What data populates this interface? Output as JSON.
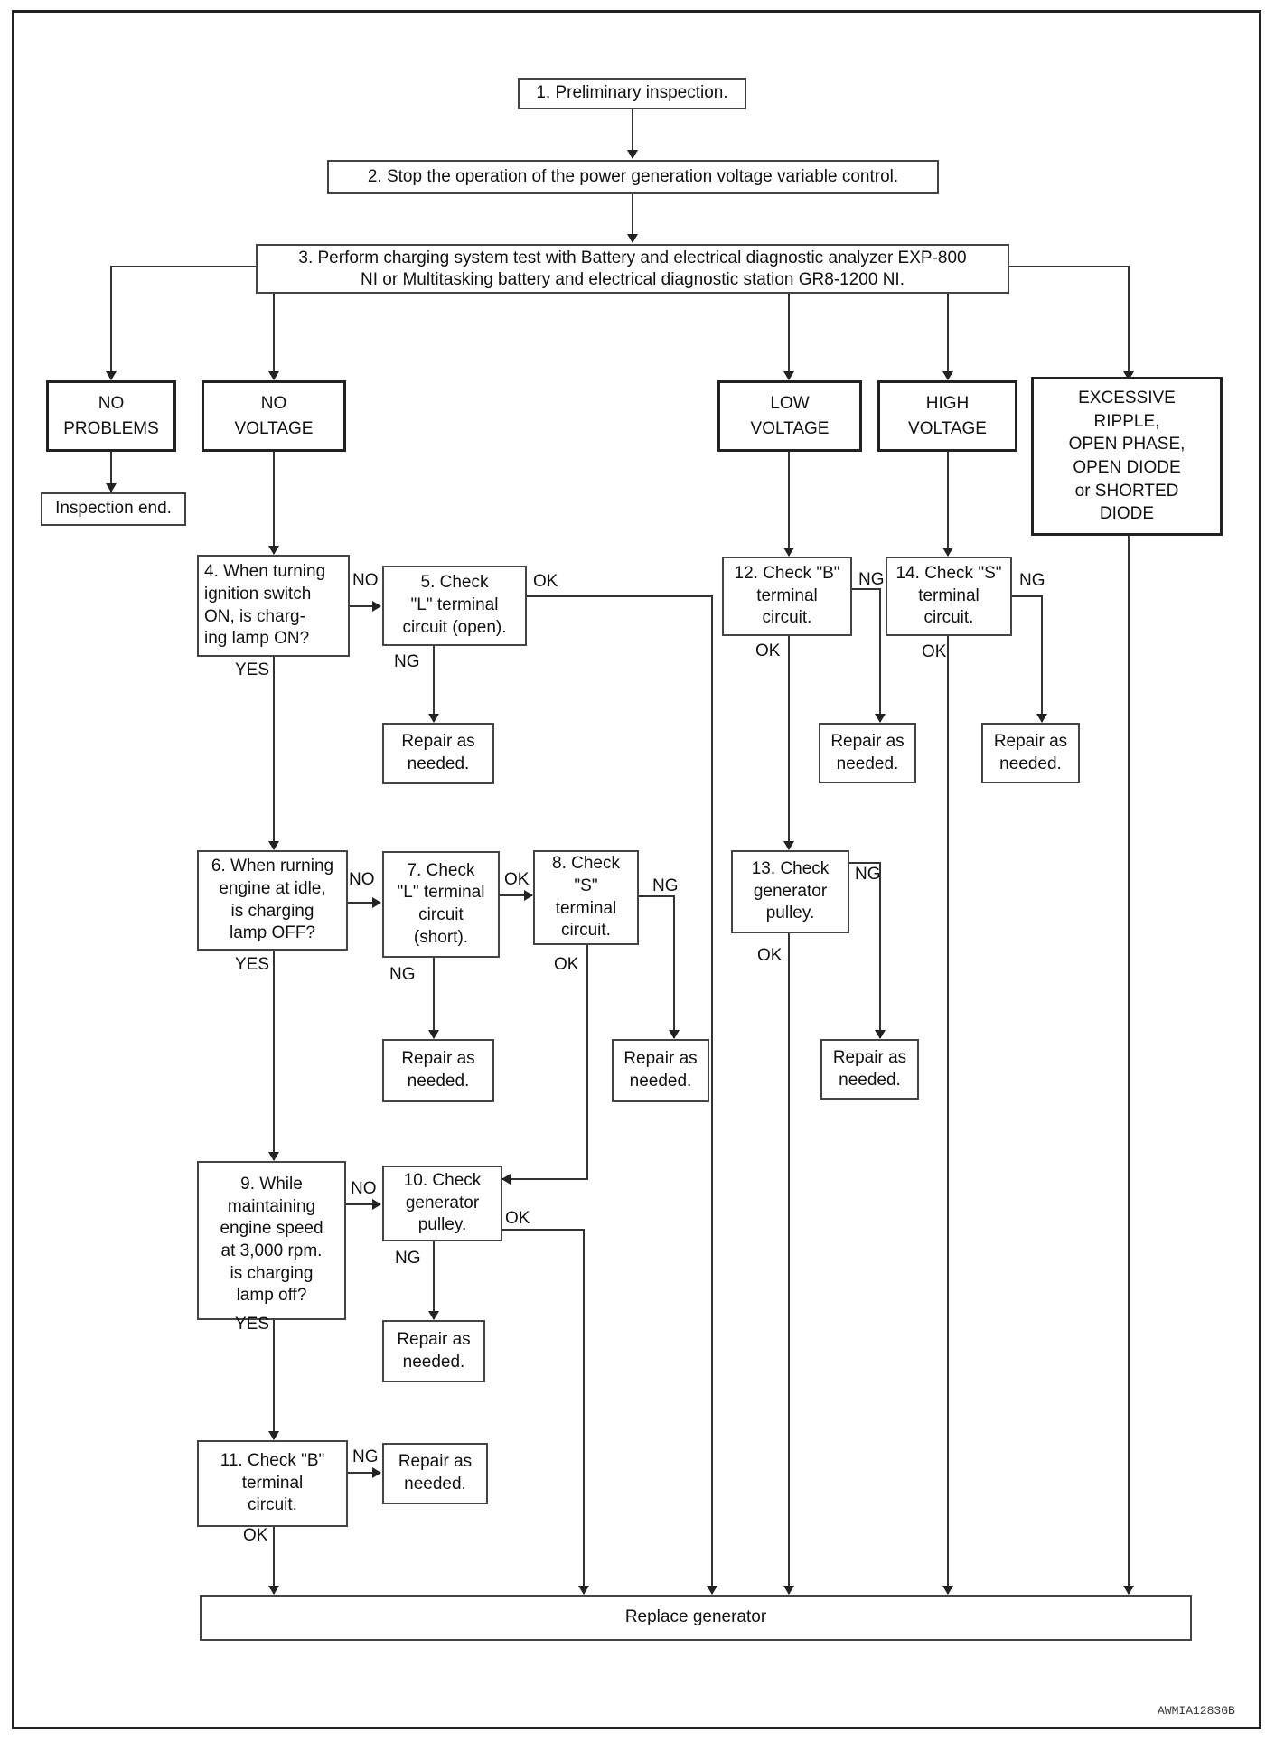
{
  "boxes": {
    "b1": "1. Preliminary inspection.",
    "b2": "2. Stop the operation of the power generation voltage variable control.",
    "b3": "3. Perform charging system test with Battery and electrical diagnostic analyzer EXP-800\nNI or Multitasking battery and electrical diagnostic station GR8-1200 NI.",
    "no_problems": "NO\nPROBLEMS",
    "no_voltage": "NO\nVOLTAGE",
    "low_voltage": "LOW\nVOLTAGE",
    "high_voltage": "HIGH\nVOLTAGE",
    "excessive": "EXCESSIVE\nRIPPLE,\nOPEN PHASE,\nOPEN DIODE\nor SHORTED\nDIODE",
    "inspection_end": "Inspection end.",
    "b4": "4. When turning\nignition switch\nON, is charg-\ning lamp ON?",
    "b5": "5. Check\n\"L\" terminal\ncircuit (open).",
    "r5": "Repair as\nneeded.",
    "b6": "6. When rurning\nengine at idle,\nis charging\nlamp OFF?",
    "b7": "7. Check\n\"L\" terminal\ncircuit\n(short).",
    "r7": "Repair as\nneeded.",
    "b8": "8. Check \"S\"\nterminal\ncircuit.",
    "r8": "Repair as\nneeded.",
    "b9": "9. While\nmaintaining\nengine speed\nat 3,000 rpm.\nis charging\nlamp off?",
    "b10": "10. Check\ngenerator\npulley.",
    "r10": "Repair as\nneeded.",
    "b11": "11. Check \"B\"\nterminal\ncircuit.",
    "r11": "Repair as\nneeded.",
    "b12": "12. Check \"B\"\nterminal\ncircuit.",
    "r12": "Repair as\nneeded.",
    "b13": "13. Check\ngenerator\npulley.",
    "r13": "Repair as\nneeded.",
    "b14": "14. Check \"S\"\nterminal\ncircuit.",
    "r14": "Repair as\nneeded.",
    "replace": "Replace generator"
  },
  "labels": {
    "yes": "YES",
    "no": "NO",
    "ok": "OK",
    "ng": "NG"
  },
  "figure_code": "AWMIA1283GB"
}
